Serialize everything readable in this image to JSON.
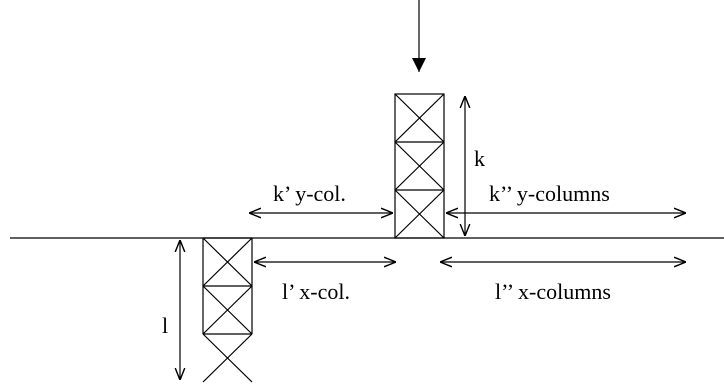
{
  "diagram": {
    "labels": {
      "k": "k",
      "k_prime": "k’ y-col.",
      "k_double_prime": "k’’ y-columns",
      "l": "l",
      "l_prime": "l’ x-col.",
      "l_double_prime": "l’’ x-columns"
    },
    "colors": {
      "stroke": "#000000",
      "background": "#ffffff"
    }
  }
}
